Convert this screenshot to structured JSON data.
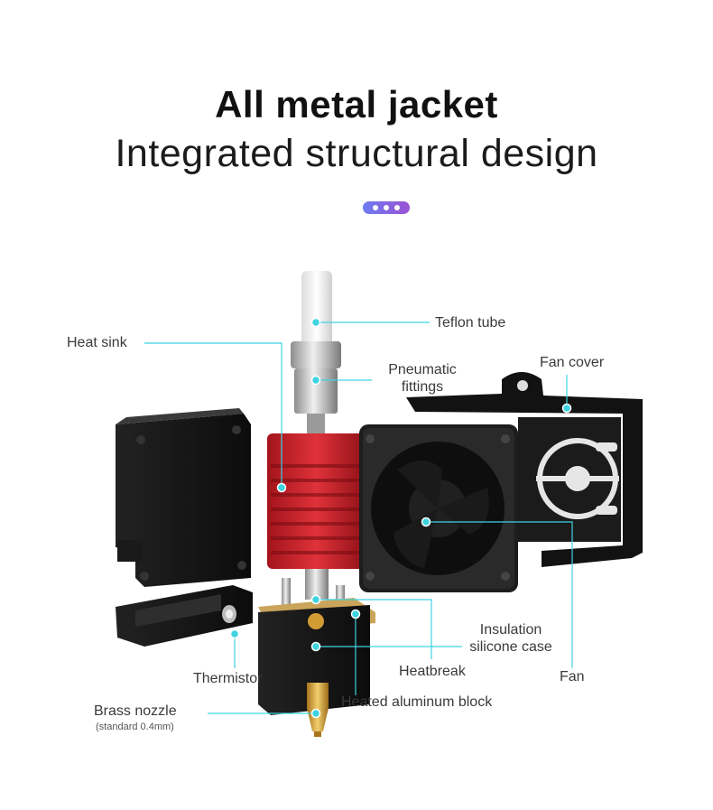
{
  "heading": {
    "title": "All metal jacket",
    "subtitle": "Integrated structural design"
  },
  "accent_colors": {
    "callout_line": "#3fd3e0",
    "dots_start": "#6d7cf0",
    "dots_end": "#9b52d4"
  },
  "labels": {
    "teflon_tube": "Teflon tube",
    "heat_sink": "Heat sink",
    "pneumatic_line1": "Pneumatic",
    "pneumatic_line2": "fittings",
    "fan_cover": "Fan cover",
    "insulation_line1": "Insulation",
    "insulation_line2": "silicone case",
    "fan": "Fan",
    "heatbreak": "Heatbreak",
    "thermistor": "Thermistor",
    "heated_block": "Heated aluminum block",
    "brass_nozzle": "Brass nozzle",
    "nozzle_note": "(standard 0.4mm)"
  }
}
